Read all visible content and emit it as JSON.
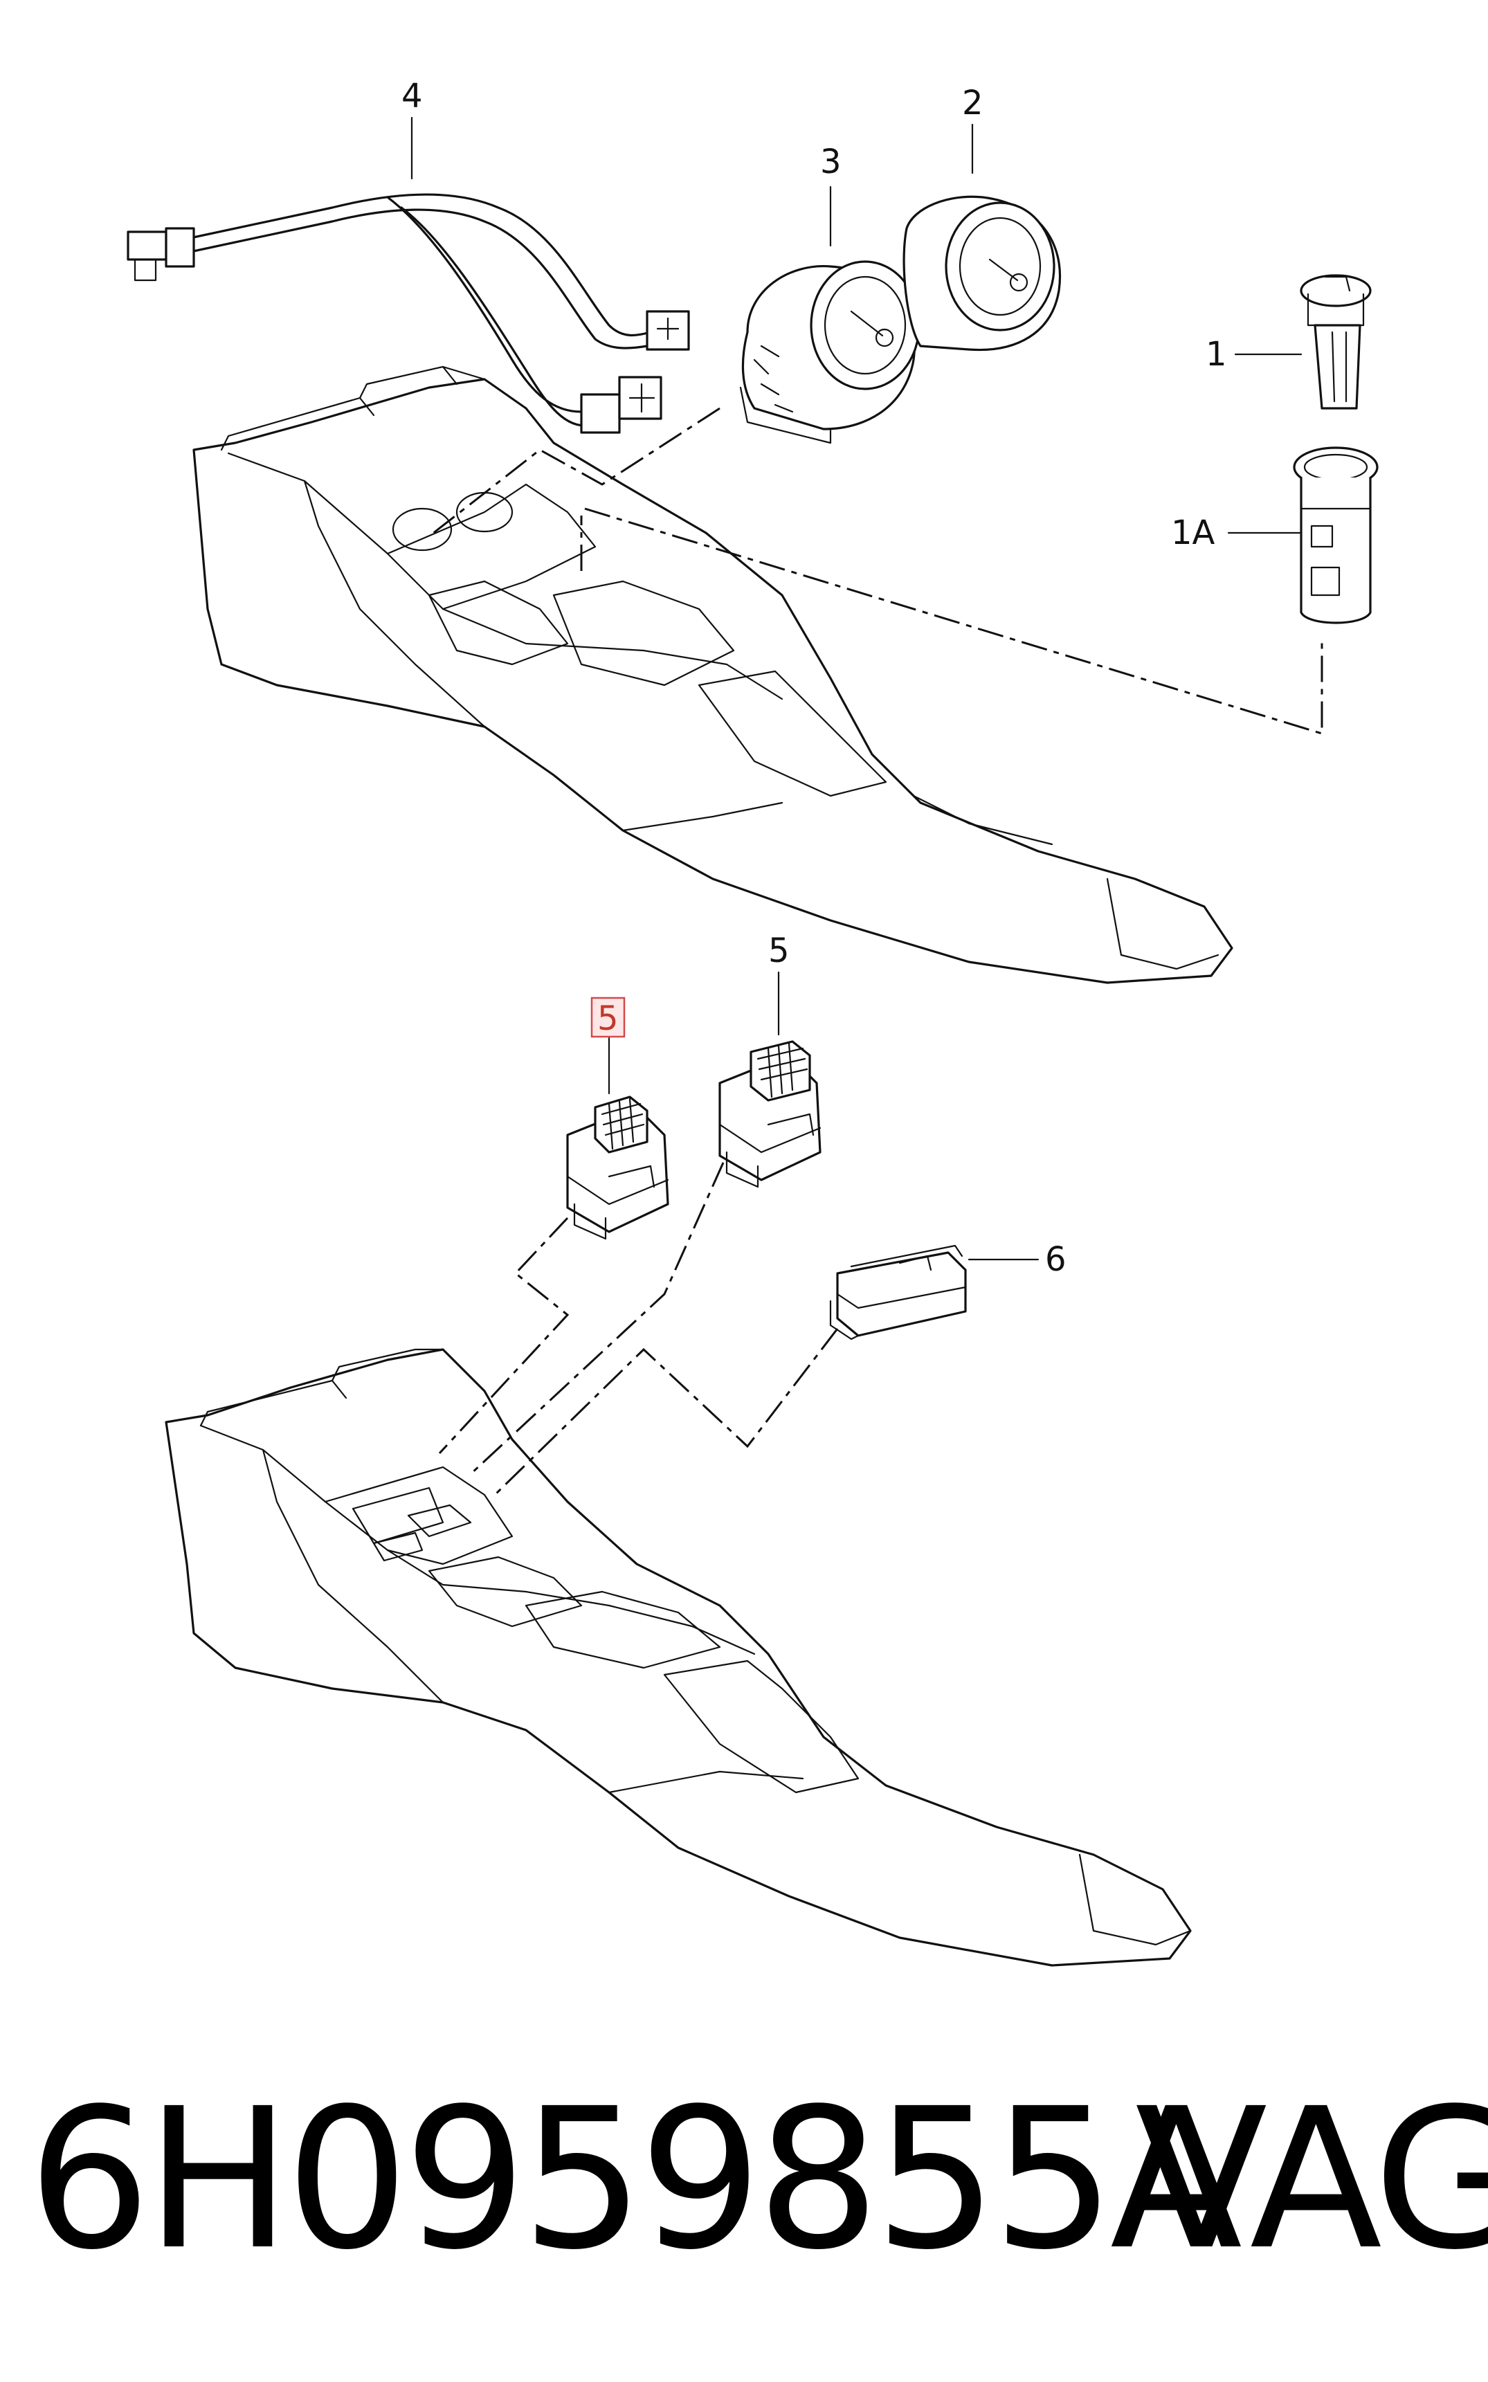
{
  "callouts": {
    "c1": "1",
    "c1a": "1A",
    "c2": "2",
    "c3": "3",
    "c4": "4",
    "c5_top": "5",
    "c5_boxed": "5",
    "c6": "6"
  },
  "footer": {
    "part_number": "6H0959855A",
    "brand": "VAG"
  },
  "colors": {
    "highlight_box": "#d24a4a",
    "line": "#111111"
  }
}
